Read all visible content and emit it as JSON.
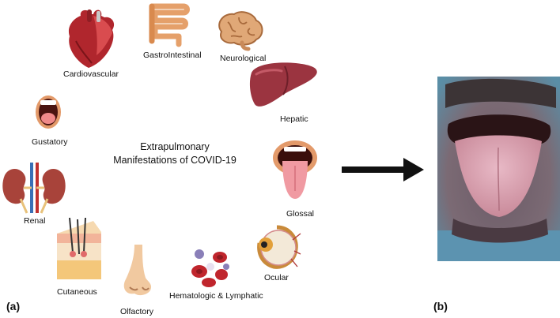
{
  "center_title_line1": "Extrapulmonary",
  "center_title_line2": "Manifestations of COVID-19",
  "labels": {
    "cardiovascular": "Cardiovascular",
    "gastrointestinal": "GastroIntestinal",
    "neurological": "Neurological",
    "hepatic": "Hepatic",
    "gustatory": "Gustatory",
    "renal": "Renal",
    "glossal": "Glossal",
    "cutaneous": "Cutaneous",
    "olfactory": "Olfactory",
    "hematologic": "Hematologic & Lymphatic",
    "ocular": "Ocular"
  },
  "panel_a": "(a)",
  "panel_b": "(b)",
  "colors": {
    "organ_red": "#b0262d",
    "liver": "#9b3440",
    "tongue_pink": "#e8a0a8",
    "arrow": "#111111"
  }
}
